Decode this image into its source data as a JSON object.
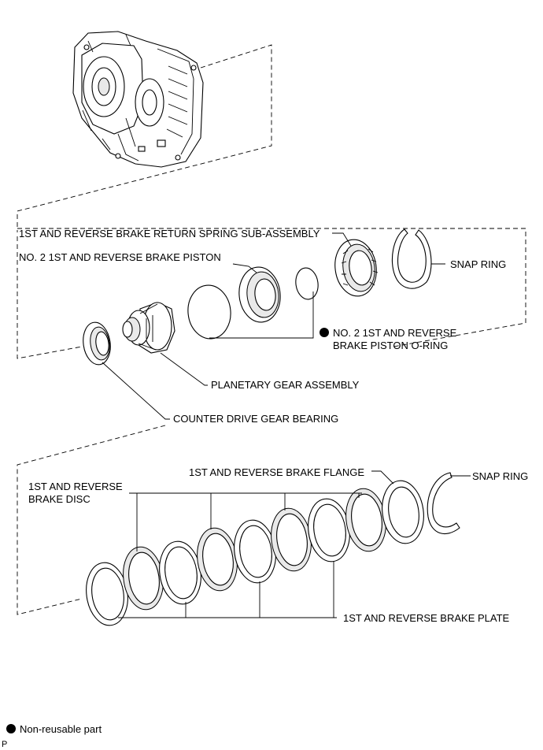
{
  "labels": {
    "return_spring": "1ST AND REVERSE BRAKE RETURN SPRING SUB-ASSEMBLY",
    "snap_ring_upper": "SNAP RING",
    "no2_piston": "NO. 2 1ST AND REVERSE BRAKE PISTON",
    "oring_line1": "NO. 2 1ST AND REVERSE",
    "oring_line2": "BRAKE PISTON O-RING",
    "planetary": "PLANETARY GEAR ASSEMBLY",
    "counter_bearing": "COUNTER DRIVE GEAR BEARING",
    "flange": "1ST AND REVERSE BRAKE FLANGE",
    "snap_ring_lower": "SNAP RING",
    "disc_line1": "1ST AND REVERSE",
    "disc_line2": "BRAKE DISC",
    "plate": "1ST AND REVERSE BRAKE PLATE"
  },
  "legend": {
    "text": "Non-reusable part",
    "symbol": "black-circle"
  },
  "corner_mark": "P",
  "colors": {
    "ink": "#000000",
    "background": "#ffffff"
  }
}
